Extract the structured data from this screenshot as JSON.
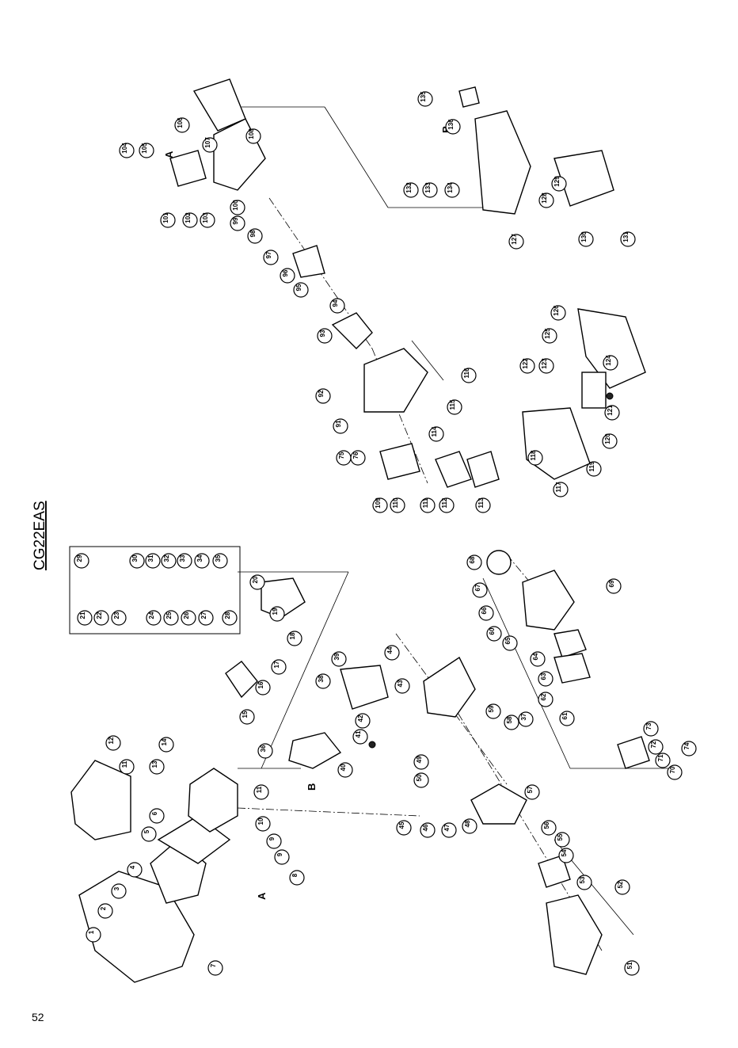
{
  "model": "CG22EAS",
  "page_number": "52",
  "assembly_markers": [
    "A",
    "A",
    "B",
    "B"
  ],
  "callouts": [
    "1",
    "2",
    "3",
    "4",
    "5",
    "6",
    "7",
    "8",
    "9",
    "9",
    "10",
    "11",
    "11",
    "12",
    "13",
    "14",
    "15",
    "16",
    "17",
    "18",
    "19",
    "20",
    "21",
    "22",
    "23",
    "24",
    "25",
    "26",
    "27",
    "28",
    "29",
    "30",
    "31",
    "32",
    "33",
    "34",
    "35",
    "36",
    "37",
    "38",
    "39",
    "40",
    "41",
    "42",
    "43",
    "44",
    "45",
    "46",
    "47",
    "48",
    "49",
    "50",
    "51",
    "52",
    "53",
    "54",
    "55",
    "56",
    "57",
    "58",
    "59",
    "60",
    "61",
    "62",
    "63",
    "64",
    "65",
    "66",
    "67",
    "68",
    "69",
    "70",
    "71",
    "72",
    "73",
    "74",
    "75",
    "76",
    "91",
    "92",
    "93",
    "94",
    "95",
    "96",
    "97",
    "98",
    "99",
    "100",
    "101",
    "102",
    "103",
    "104",
    "105",
    "106",
    "107",
    "108",
    "109",
    "110",
    "111",
    "112",
    "113",
    "114",
    "115",
    "116",
    "117",
    "118",
    "119",
    "120",
    "121",
    "122",
    "123",
    "124",
    "125",
    "126",
    "127",
    "128",
    "129",
    "130",
    "131",
    "132",
    "133",
    "134",
    "135",
    "136",
    "137",
    "138"
  ]
}
